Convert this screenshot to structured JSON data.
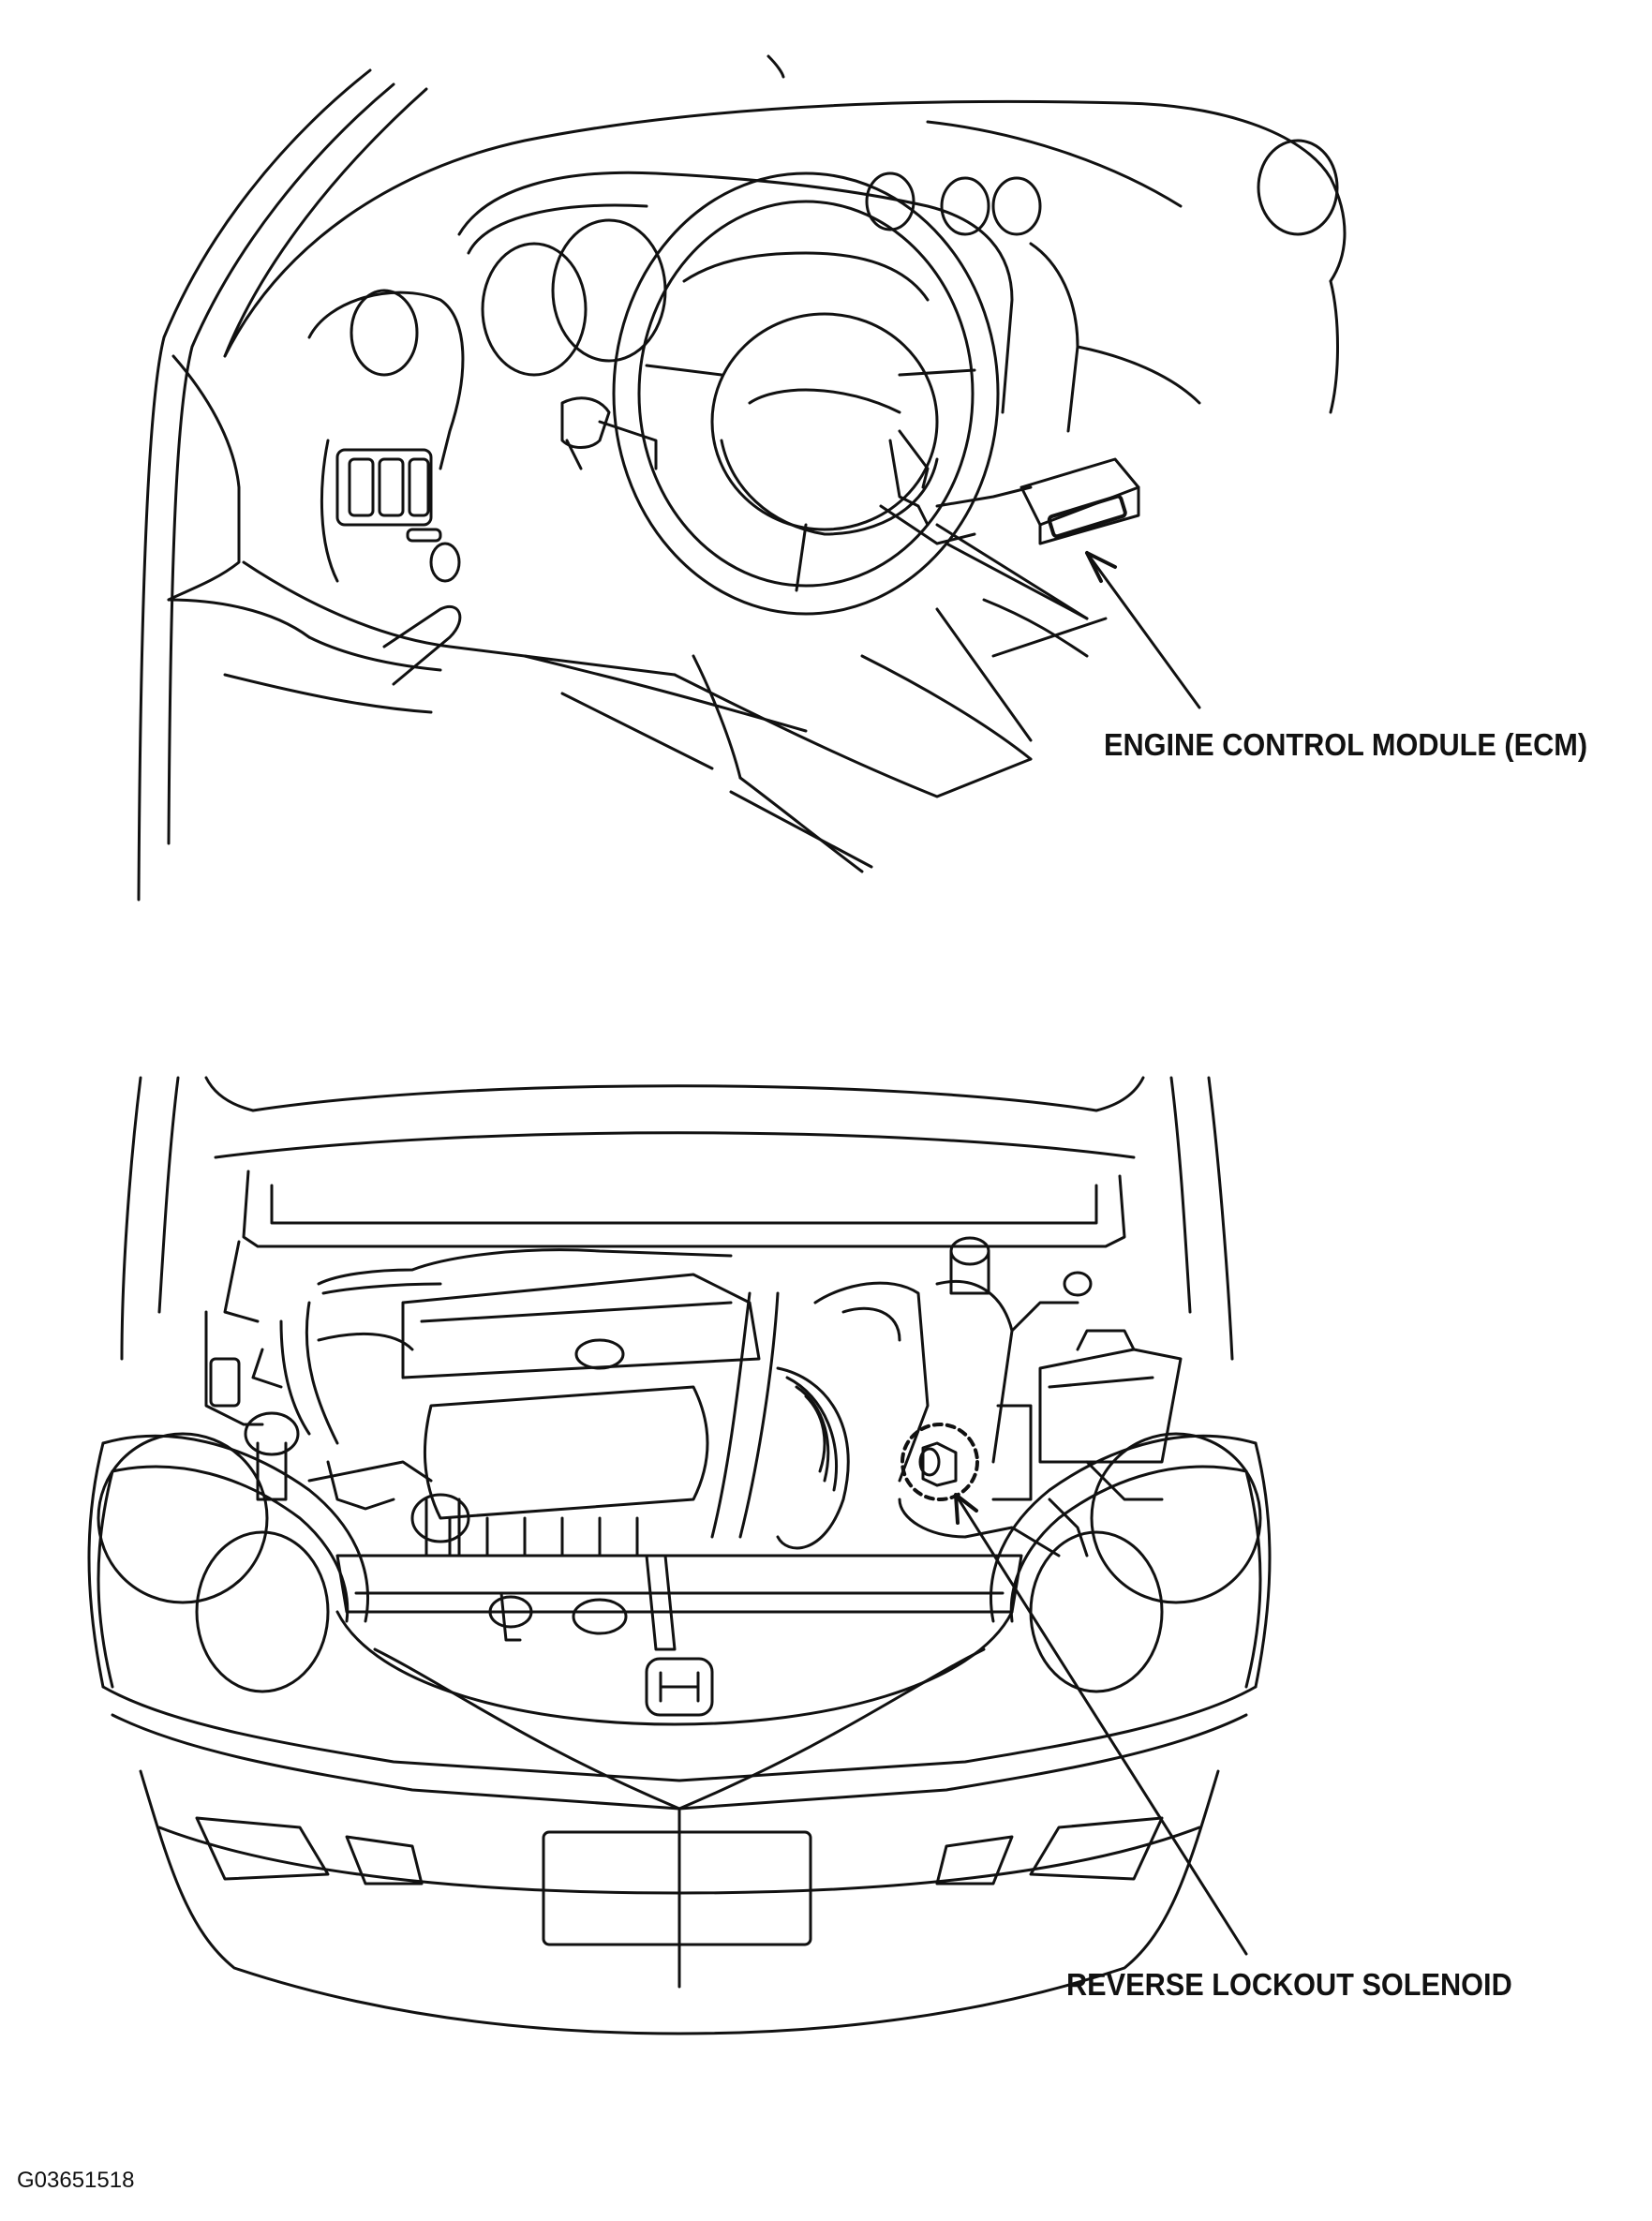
{
  "callouts": {
    "ecm": "ENGINE CONTROL MODULE (ECM)",
    "reverse_lockout_solenoid": "REVERSE LOCKOUT SOLENOID"
  },
  "figure_id": "G03651518",
  "colors": {
    "line": "#111111",
    "background": "#ffffff"
  }
}
